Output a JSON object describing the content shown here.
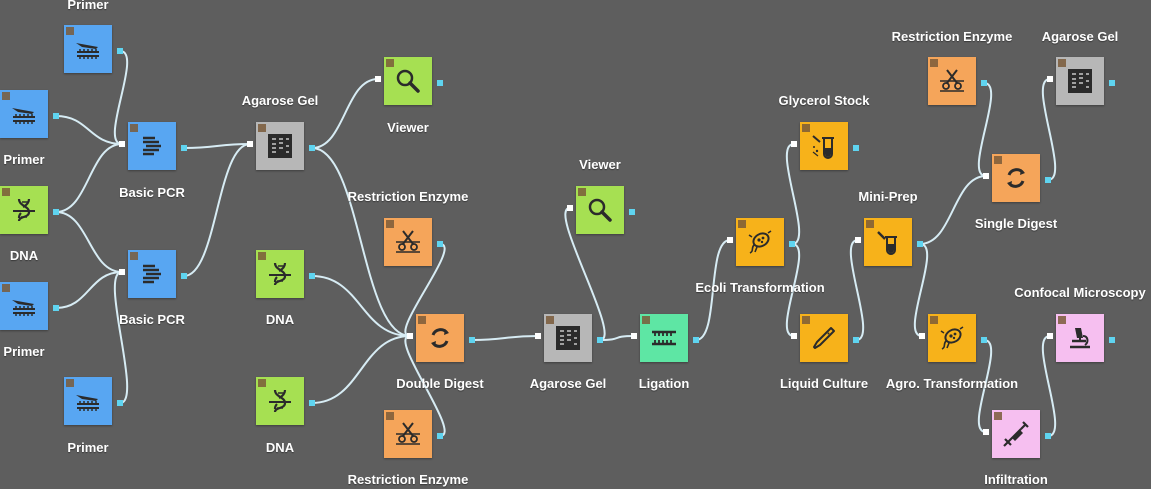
{
  "colors": {
    "background": "#5e5e5e",
    "wire": "#d7ecf4",
    "input_port": "#ffffff",
    "output_port": "#5fd4f0",
    "primer": "#58a6f2",
    "dna": "#a6e052",
    "restriction_enzyme": "#f5a55a",
    "agarose_gel": "#b7b7b7",
    "viewer": "#a6e052",
    "process": "#f7b21a",
    "ligation": "#5ee6a4",
    "microscopy": "#f6bff0"
  },
  "nodes": {
    "primer_1": {
      "label": "Primer",
      "icon": "primer-icon"
    },
    "primer_2": {
      "label": "Primer",
      "icon": "primer-icon"
    },
    "dna_1": {
      "label": "DNA",
      "icon": "dna-icon"
    },
    "primer_3": {
      "label": "Primer",
      "icon": "primer-icon"
    },
    "primer_4": {
      "label": "Primer",
      "icon": "primer-icon"
    },
    "basic_pcr_1": {
      "label": "Basic PCR",
      "icon": "pcr-icon"
    },
    "basic_pcr_2": {
      "label": "Basic PCR",
      "icon": "pcr-icon"
    },
    "agarose_gel_1": {
      "label": "Agarose Gel",
      "icon": "gel-icon"
    },
    "viewer_1": {
      "label": "Viewer",
      "icon": "magnifier-icon"
    },
    "dna_2": {
      "label": "DNA",
      "icon": "dna-icon"
    },
    "dna_3": {
      "label": "DNA",
      "icon": "dna-icon"
    },
    "restriction_enzyme_1": {
      "label": "Restriction Enzyme",
      "icon": "scissors-icon"
    },
    "restriction_enzyme_2": {
      "label": "Restriction Enzyme",
      "icon": "scissors-icon"
    },
    "double_digest": {
      "label": "Double Digest",
      "icon": "digest-icon"
    },
    "agarose_gel_2": {
      "label": "Agarose Gel",
      "icon": "gel-icon"
    },
    "viewer_2": {
      "label": "Viewer",
      "icon": "magnifier-icon"
    },
    "ligation": {
      "label": "Ligation",
      "icon": "ligation-icon"
    },
    "ecoli_transformation": {
      "label": "Ecoli Transformation",
      "icon": "bacterium-icon"
    },
    "glycerol_stock": {
      "label": "Glycerol Stock",
      "icon": "tube-icon"
    },
    "liquid_culture": {
      "label": "Liquid Culture",
      "icon": "pipette-icon"
    },
    "mini_prep": {
      "label": "Mini-Prep",
      "icon": "miniprep-icon"
    },
    "single_digest": {
      "label": "Single Digest",
      "icon": "digest-icon"
    },
    "restriction_enzyme_3": {
      "label": "Restriction Enzyme",
      "icon": "scissors-icon"
    },
    "agarose_gel_3": {
      "label": "Agarose Gel",
      "icon": "gel-icon"
    },
    "agro_transformation": {
      "label": "Agro. Transformation",
      "icon": "bacterium-icon"
    },
    "confocal_microscopy": {
      "label": "Confocal Microscopy",
      "icon": "microscope-icon"
    },
    "infiltration": {
      "label": "Infiltration",
      "icon": "syringe-icon"
    }
  },
  "connections": [
    [
      "primer_1",
      "basic_pcr_1"
    ],
    [
      "primer_2",
      "basic_pcr_1"
    ],
    [
      "dna_1",
      "basic_pcr_1"
    ],
    [
      "dna_1",
      "basic_pcr_2"
    ],
    [
      "primer_3",
      "basic_pcr_2"
    ],
    [
      "primer_4",
      "basic_pcr_2"
    ],
    [
      "basic_pcr_1",
      "agarose_gel_1"
    ],
    [
      "basic_pcr_2",
      "agarose_gel_1"
    ],
    [
      "agarose_gel_1",
      "viewer_1"
    ],
    [
      "agarose_gel_1",
      "double_digest"
    ],
    [
      "dna_2",
      "double_digest"
    ],
    [
      "dna_3",
      "double_digest"
    ],
    [
      "restriction_enzyme_1",
      "double_digest"
    ],
    [
      "restriction_enzyme_2",
      "double_digest"
    ],
    [
      "double_digest",
      "agarose_gel_2"
    ],
    [
      "agarose_gel_2",
      "viewer_2"
    ],
    [
      "agarose_gel_2",
      "ligation"
    ],
    [
      "ligation",
      "ecoli_transformation"
    ],
    [
      "ecoli_transformation",
      "glycerol_stock"
    ],
    [
      "ecoli_transformation",
      "liquid_culture"
    ],
    [
      "liquid_culture",
      "mini_prep"
    ],
    [
      "mini_prep",
      "single_digest"
    ],
    [
      "restriction_enzyme_3",
      "single_digest"
    ],
    [
      "single_digest",
      "agarose_gel_3"
    ],
    [
      "mini_prep",
      "agro_transformation"
    ],
    [
      "agro_transformation",
      "infiltration"
    ],
    [
      "infiltration",
      "confocal_microscopy"
    ]
  ]
}
